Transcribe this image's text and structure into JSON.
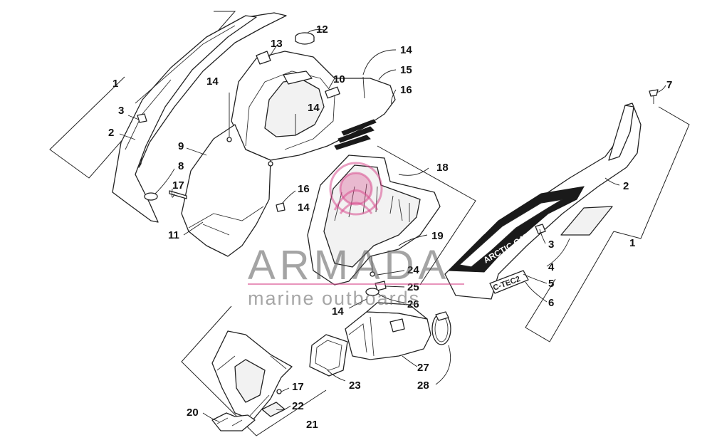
{
  "callouts": {
    "c1_left": "1",
    "c1_right": "1",
    "c2_left": "2",
    "c2_right": "2",
    "c3_left": "3",
    "c3_right": "3",
    "c4": "4",
    "c5": "5",
    "c6": "6",
    "c7": "7",
    "c8": "8",
    "c9": "9",
    "c10": "10",
    "c11": "11",
    "c12": "12",
    "c13": "13",
    "c14_a": "14",
    "c14_b": "14",
    "c14_c": "14",
    "c14_d": "14",
    "c14_e": "14",
    "c15": "15",
    "c16_a": "16",
    "c16_b": "16",
    "c17_a": "17",
    "c17_b": "17",
    "c18": "18",
    "c19": "19",
    "c20": "20",
    "c21": "21",
    "c22": "22",
    "c23": "23",
    "c24": "24",
    "c25": "25",
    "c26": "26",
    "c27": "27",
    "c28": "28"
  },
  "decal": {
    "brand": "ARCTIC CAT",
    "model": "C-TEC2"
  },
  "watermark": {
    "main": "ARMADA",
    "sub": "marine outboards",
    "accent_color": "#d94f8f"
  },
  "colors": {
    "line": "#222222",
    "decal": "#1a1a1a"
  }
}
